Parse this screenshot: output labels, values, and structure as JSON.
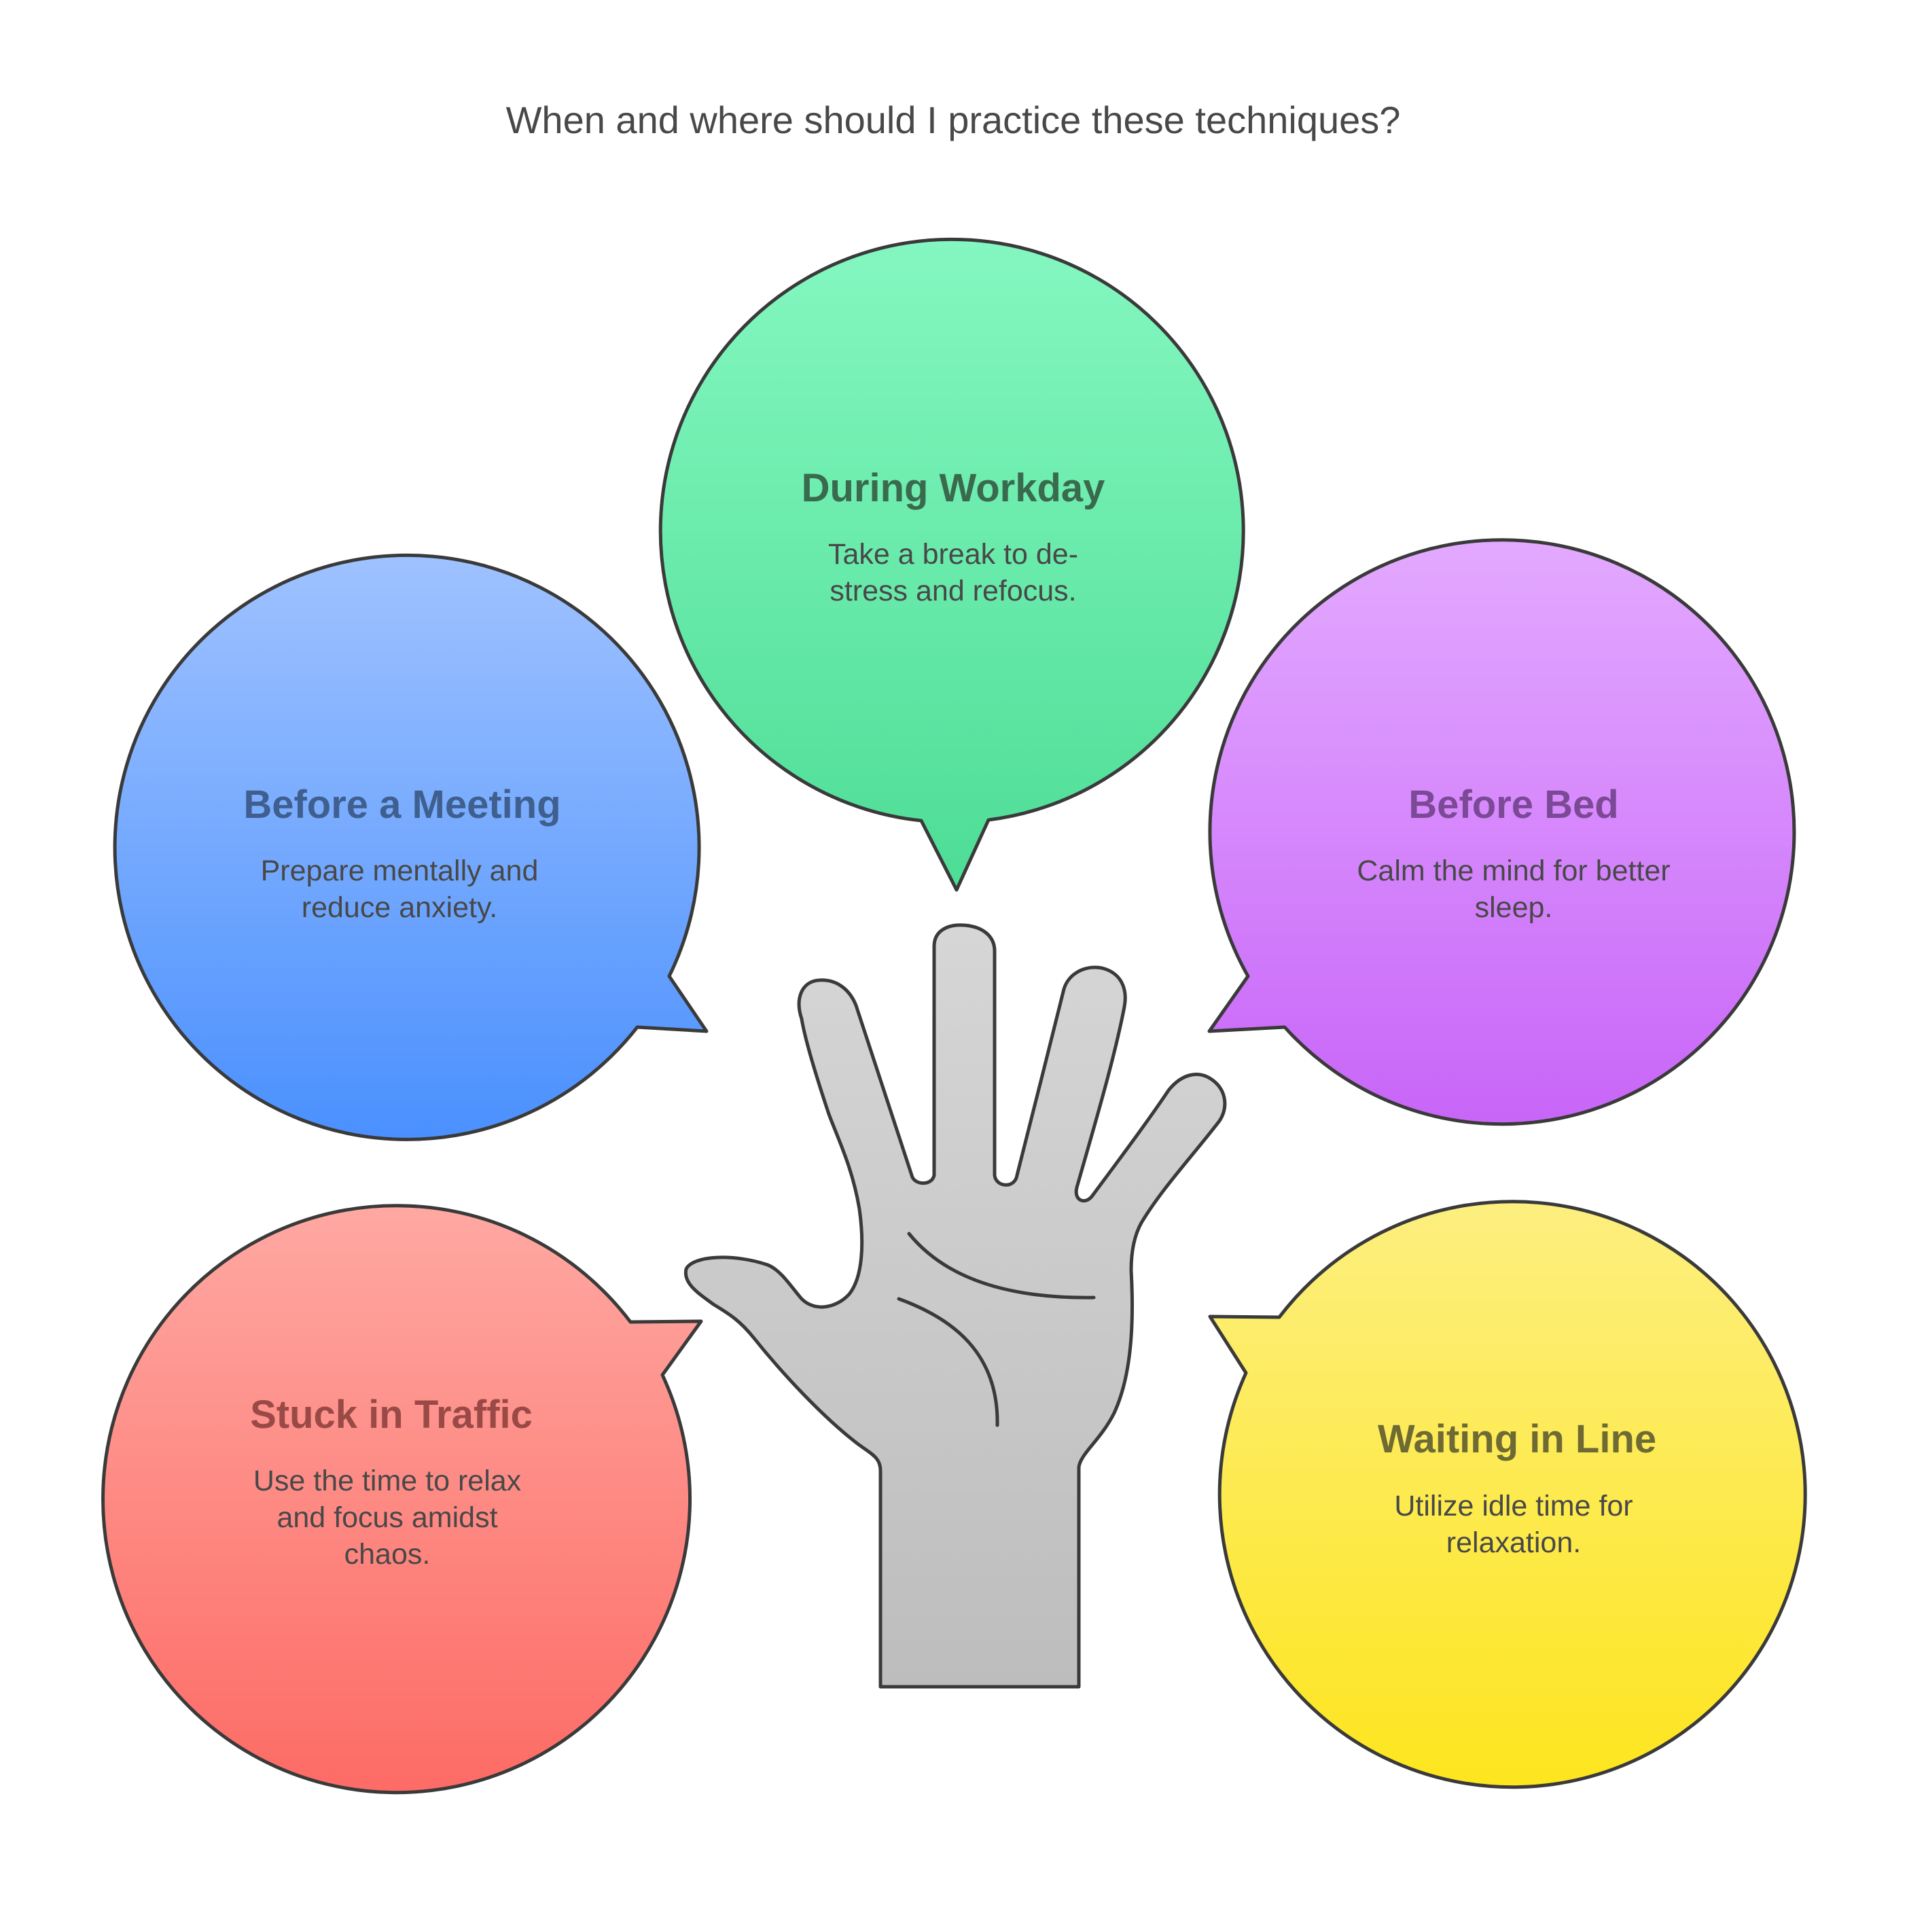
{
  "title": "When and where should I practice these techniques?",
  "center_icon": "open-hand-icon",
  "bubbles": [
    {
      "id": "during-workday",
      "heading": "During Workday",
      "lines": [
        "Take a break to de-",
        "stress and refocus."
      ],
      "gradient_top": "#84f7c0",
      "gradient_bottom": "#4ddd95",
      "heading_color": "#3a6a4e"
    },
    {
      "id": "before-meeting",
      "heading": "Before a Meeting",
      "lines": [
        "Prepare mentally and",
        "reduce anxiety."
      ],
      "gradient_top": "#9fc2ff",
      "gradient_bottom": "#4a90fe",
      "heading_color": "#3f5f8f"
    },
    {
      "id": "before-bed",
      "heading": "Before Bed",
      "lines": [
        "Calm the mind for better",
        "sleep."
      ],
      "gradient_top": "#e3a9ff",
      "gradient_bottom": "#c865f8",
      "heading_color": "#7c4996"
    },
    {
      "id": "stuck-in-traffic",
      "heading": "Stuck in Traffic",
      "lines": [
        "Use the time to relax",
        "and focus amidst",
        "chaos."
      ],
      "gradient_top": "#ffa8a2",
      "gradient_bottom": "#fd6b65",
      "heading_color": "#9a4a46"
    },
    {
      "id": "waiting-in-line",
      "heading": "Waiting in Line",
      "lines": [
        "Utilize idle time for",
        "relaxation."
      ],
      "gradient_top": "#fdef80",
      "gradient_bottom": "#fde51e",
      "heading_color": "#6e6a33"
    }
  ]
}
